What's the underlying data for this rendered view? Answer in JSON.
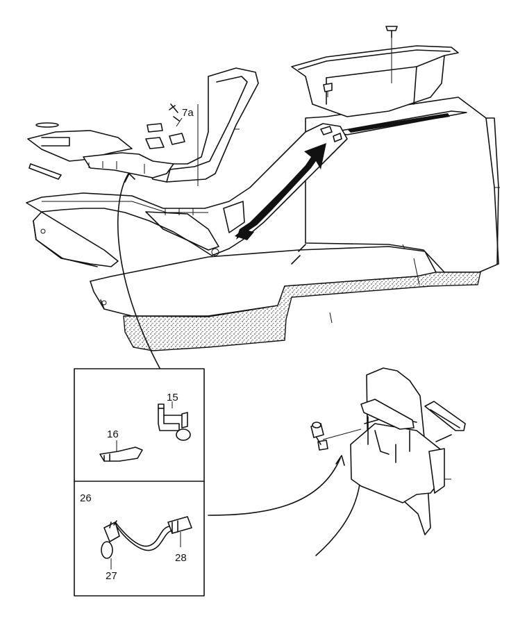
{
  "callouts": {
    "part_7a": "7a",
    "part_15": "15",
    "part_16": "16",
    "part_26": "26",
    "part_27": "27",
    "part_28": "28"
  },
  "colors": {
    "ink": "#111111",
    "paper": "#ffffff"
  }
}
